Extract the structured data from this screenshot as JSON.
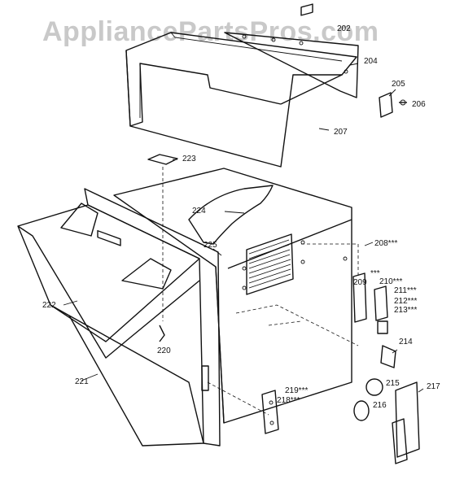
{
  "watermark": "AppliancePartsPros.com",
  "callouts": [
    {
      "id": "c202",
      "text": "202"
    },
    {
      "id": "c204",
      "text": "204"
    },
    {
      "id": "c205",
      "text": "205"
    },
    {
      "id": "c206",
      "text": "206"
    },
    {
      "id": "c207",
      "text": "207"
    },
    {
      "id": "c208",
      "text": "208***"
    },
    {
      "id": "c209",
      "text": "209"
    },
    {
      "id": "c210",
      "text": "210***"
    },
    {
      "id": "c211",
      "text": "211***"
    },
    {
      "id": "c212",
      "text": "212***"
    },
    {
      "id": "c213",
      "text": "213***"
    },
    {
      "id": "c214",
      "text": "214"
    },
    {
      "id": "c215",
      "text": "215"
    },
    {
      "id": "c216",
      "text": "216"
    },
    {
      "id": "c217",
      "text": "217"
    },
    {
      "id": "c218",
      "text": "218***"
    },
    {
      "id": "c219",
      "text": "219***"
    },
    {
      "id": "c220",
      "text": "220"
    },
    {
      "id": "c221",
      "text": "221"
    },
    {
      "id": "c222",
      "text": "222"
    },
    {
      "id": "c223",
      "text": "223"
    },
    {
      "id": "c224",
      "text": "224"
    },
    {
      "id": "c225",
      "text": "225"
    },
    {
      "id": "c209stars",
      "text": "***"
    }
  ],
  "colors": {
    "line": "#111111",
    "watermark": "#c9c9c9",
    "background": "#ffffff"
  }
}
